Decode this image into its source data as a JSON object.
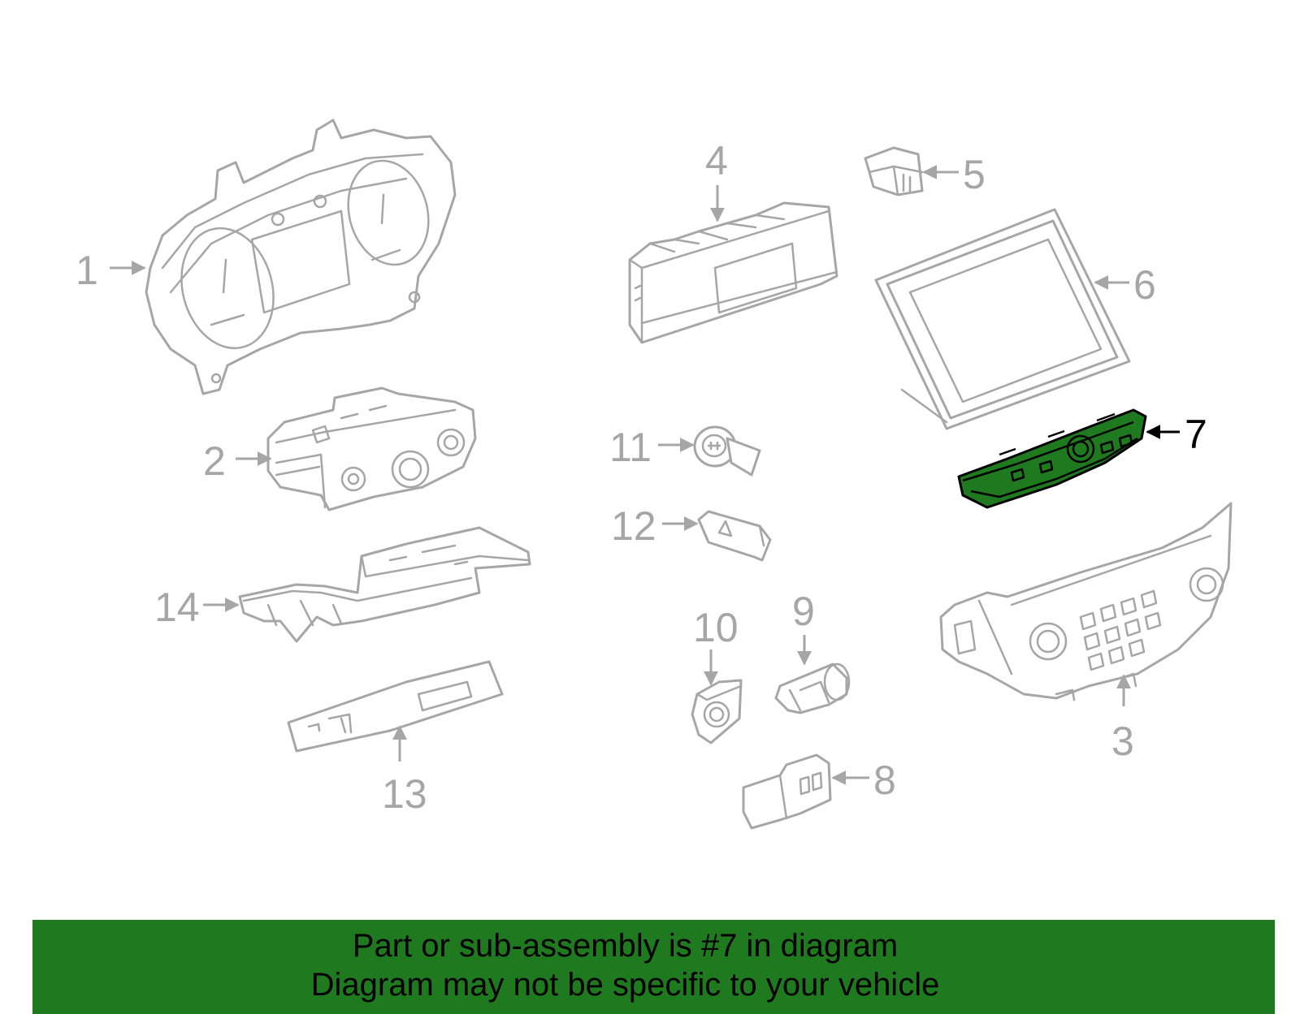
{
  "highlight_color": "#1f7a1f",
  "line_color": "#a6a6a6",
  "callouts": {
    "c1": "1",
    "c2": "2",
    "c3": "3",
    "c4": "4",
    "c5": "5",
    "c6": "6",
    "c7": "7",
    "c8": "8",
    "c9": "9",
    "c10": "10",
    "c11": "11",
    "c12": "12",
    "c13": "13",
    "c14": "14"
  },
  "highlighted_callout": "7",
  "banner": {
    "line1": "Part or sub-assembly is #7 in diagram",
    "line2": "Diagram may not be specific to your vehicle"
  }
}
